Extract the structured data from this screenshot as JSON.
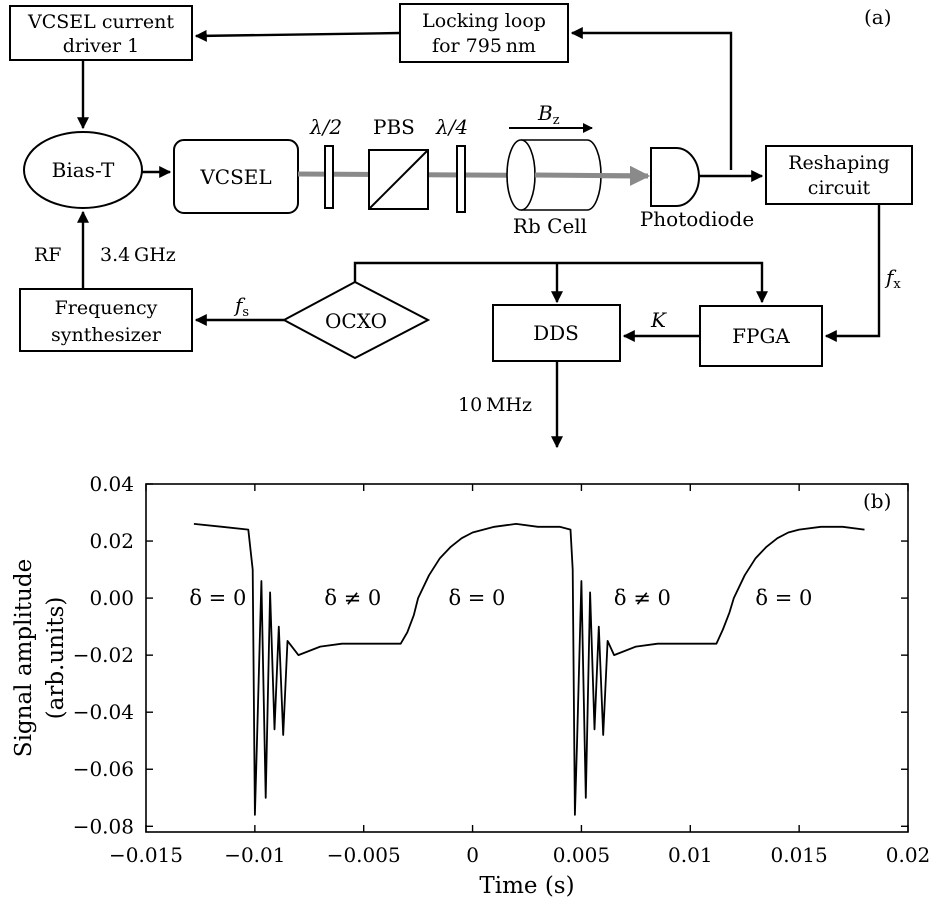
{
  "diagram": {
    "panel_label": "(a)",
    "vcsel_driver": {
      "line1": "VCSEL current",
      "line2": "driver 1"
    },
    "locking_loop": {
      "line1": "Locking loop",
      "line2": "for 795 nm"
    },
    "bias_t": "Bias-T",
    "vcsel": "VCSEL",
    "half_wave": "λ/2",
    "pbs": "PBS",
    "quarter_wave": "λ/4",
    "bz": {
      "main": "B",
      "sub": "z"
    },
    "rb_cell": "Rb Cell",
    "photodiode": "Photodiode",
    "reshaping": {
      "line1": "Reshaping",
      "line2": "circuit"
    },
    "rf": "RF",
    "rf_freq": "3.4 GHz",
    "synth": {
      "line1": "Frequency",
      "line2": "synthesizer"
    },
    "fs": {
      "main": "f",
      "sub": "s"
    },
    "ocxo": "OCXO",
    "dds": "DDS",
    "k": "K",
    "fpga": "FPGA",
    "fx": {
      "main": "f",
      "sub": "x"
    },
    "out_freq": "10 MHz"
  },
  "chart_data": {
    "type": "line",
    "panel_label": "(b)",
    "xlabel": "Time (s)",
    "ylabel_line1": "Signal amplitude",
    "ylabel_line2": "(arb.units)",
    "xlim": [
      -0.015,
      0.02
    ],
    "ylim": [
      -0.082,
      0.04
    ],
    "x_ticks": [
      -0.015,
      -0.01,
      -0.005,
      0,
      0.005,
      0.01,
      0.015,
      0.02
    ],
    "x_tick_labels": [
      "−0.015",
      "−0.01",
      "−0.005",
      "0",
      "0.005",
      "0.01",
      "0.015",
      "0.02"
    ],
    "y_ticks": [
      0.04,
      0.02,
      0.0,
      -0.02,
      -0.04,
      -0.06,
      -0.08
    ],
    "y_tick_labels": [
      "0.04",
      "0.02",
      "0.00",
      "−0.02",
      "−0.04",
      "−0.06",
      "−0.08"
    ],
    "grid": false,
    "annotations": [
      {
        "text": "δ = 0",
        "x": -0.0117,
        "y": -0.0025
      },
      {
        "text": "δ ≠ 0",
        "x": -0.0055,
        "y": -0.0025
      },
      {
        "text": "δ = 0",
        "x": 0.0002,
        "y": -0.0025
      },
      {
        "text": "δ ≠ 0",
        "x": 0.0078,
        "y": -0.0025
      },
      {
        "text": "δ = 0",
        "x": 0.0143,
        "y": -0.0025
      }
    ],
    "series": [
      {
        "x": [
          -0.0128,
          -0.0115,
          -0.0103,
          -0.0101,
          -0.01,
          -0.0099,
          -0.0097,
          -0.0095,
          -0.0093,
          -0.0091,
          -0.0089,
          -0.0087,
          -0.0085,
          -0.008,
          -0.007,
          -0.006,
          -0.005,
          -0.004,
          -0.0033,
          -0.003,
          -0.0027,
          -0.0025,
          -0.002,
          -0.0015,
          -0.001,
          -0.0005,
          0.0,
          0.001,
          0.002,
          0.003,
          0.004,
          0.0045,
          0.0046,
          0.0047,
          0.0048,
          0.005,
          0.0052,
          0.0054,
          0.0056,
          0.0058,
          0.006,
          0.0062,
          0.0065,
          0.0075,
          0.0085,
          0.0095,
          0.0105,
          0.0112,
          0.0115,
          0.0118,
          0.012,
          0.0125,
          0.013,
          0.0135,
          0.014,
          0.0145,
          0.015,
          0.016,
          0.017,
          0.018
        ],
        "y": [
          0.026,
          0.025,
          0.024,
          0.01,
          -0.076,
          -0.05,
          0.006,
          -0.07,
          0.002,
          -0.046,
          -0.01,
          -0.048,
          -0.015,
          -0.02,
          -0.017,
          -0.016,
          -0.016,
          -0.016,
          -0.016,
          -0.012,
          -0.006,
          0.0,
          0.008,
          0.014,
          0.018,
          0.021,
          0.023,
          0.025,
          0.026,
          0.025,
          0.025,
          0.024,
          0.01,
          -0.076,
          -0.05,
          0.006,
          -0.07,
          0.002,
          -0.046,
          -0.01,
          -0.048,
          -0.015,
          -0.02,
          -0.017,
          -0.016,
          -0.016,
          -0.016,
          -0.016,
          -0.011,
          -0.005,
          0.0,
          0.008,
          0.014,
          0.018,
          0.021,
          0.023,
          0.024,
          0.025,
          0.025,
          0.024
        ]
      }
    ]
  }
}
